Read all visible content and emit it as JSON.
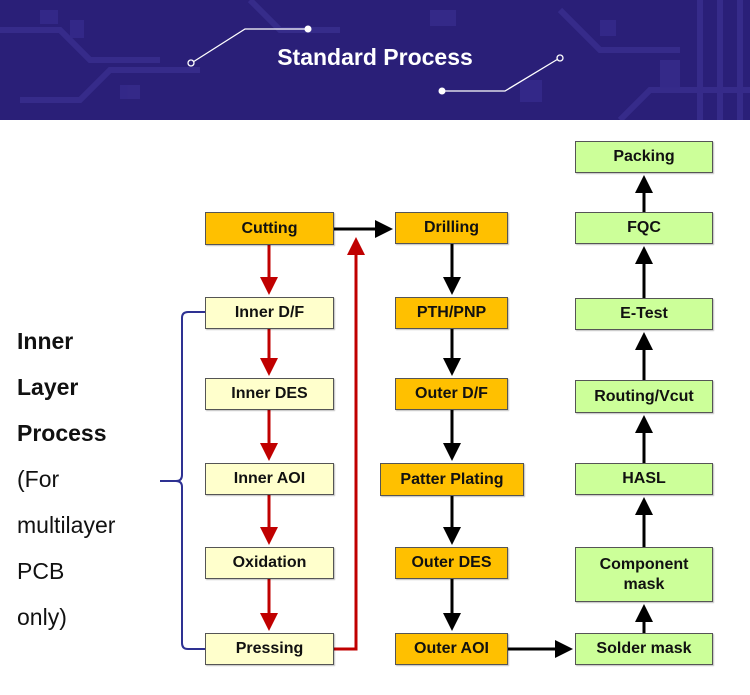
{
  "banner": {
    "title": "Standard Process",
    "background_color": "#2a1f78"
  },
  "side_label": {
    "bold_lines": [
      "Inner",
      "Layer",
      "Process"
    ],
    "normal_lines": [
      "(For",
      "multilayer",
      "PCB",
      "only)"
    ]
  },
  "colors": {
    "main_process": "#ffc000",
    "inner_process": "#ffffcc",
    "final_process": "#ccff99",
    "inner_arrow": "#c00000",
    "main_arrow": "#000000",
    "bracket": "#2e3192"
  },
  "steps": {
    "cutting": "Cutting",
    "inner_df": "Inner D/F",
    "inner_des": "Inner DES",
    "inner_aoi": "Inner AOI",
    "oxidation": "Oxidation",
    "pressing": "Pressing",
    "drilling": "Drilling",
    "pth_pnp": "PTH/PNP",
    "outer_df": "Outer D/F",
    "patter_plating": "Patter Plating",
    "outer_des": "Outer DES",
    "outer_aoi": "Outer AOI",
    "solder_mask": "Solder mask",
    "component_mask": "Component mask",
    "hasl": "HASL",
    "routing_vcut": "Routing/Vcut",
    "e_test": "E-Test",
    "fqc": "FQC",
    "packing": "Packing"
  },
  "flow": [
    [
      "Cutting",
      "Inner D/F"
    ],
    [
      "Inner D/F",
      "Inner DES"
    ],
    [
      "Inner DES",
      "Inner AOI"
    ],
    [
      "Inner AOI",
      "Oxidation"
    ],
    [
      "Oxidation",
      "Pressing"
    ],
    [
      "Pressing",
      "Drilling"
    ],
    [
      "Cutting",
      "Drilling"
    ],
    [
      "Drilling",
      "PTH/PNP"
    ],
    [
      "PTH/PNP",
      "Outer D/F"
    ],
    [
      "Outer D/F",
      "Patter Plating"
    ],
    [
      "Patter Plating",
      "Outer DES"
    ],
    [
      "Outer DES",
      "Outer AOI"
    ],
    [
      "Outer AOI",
      "Solder mask"
    ],
    [
      "Solder mask",
      "Component mask"
    ],
    [
      "Component mask",
      "HASL"
    ],
    [
      "HASL",
      "Routing/Vcut"
    ],
    [
      "Routing/Vcut",
      "E-Test"
    ],
    [
      "E-Test",
      "FQC"
    ],
    [
      "FQC",
      "Packing"
    ]
  ]
}
